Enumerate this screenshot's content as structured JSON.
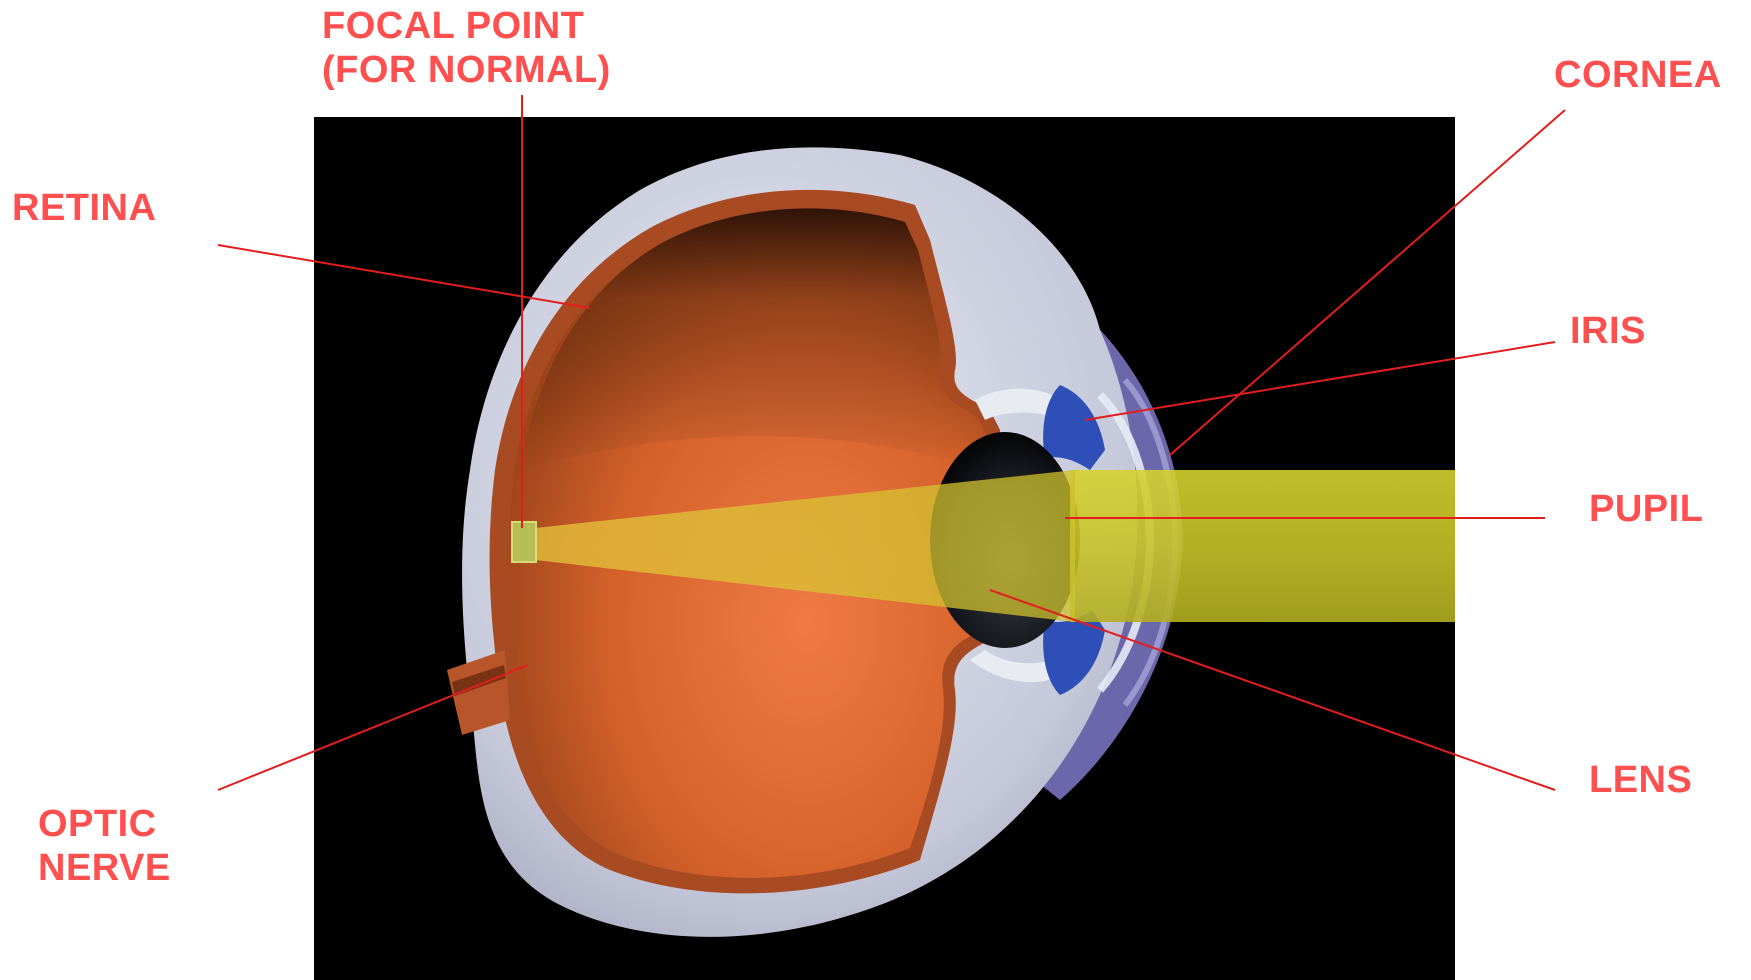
{
  "labels": {
    "focal_point_line1": "FOCAL POINT",
    "focal_point_line2": "(FOR NORMAL)",
    "retina": "RETINA",
    "cornea": "CORNEA",
    "iris": "IRIS",
    "pupil": "PUPIL",
    "lens": "LENS",
    "optic_nerve_line1": "OPTIC",
    "optic_nerve_line2": "NERVE"
  },
  "colors": {
    "label_text": "#ff4f4f",
    "leader_line": "#e21d1d",
    "background_panel": "#000000",
    "sclera": "#c9ccdc",
    "eyeball_interior": "#d86a2c",
    "retina_layer": "#b0502a",
    "iris": "#2f4fb8",
    "cornea": "#7d78c4",
    "light_beam": "#c8c42a"
  }
}
